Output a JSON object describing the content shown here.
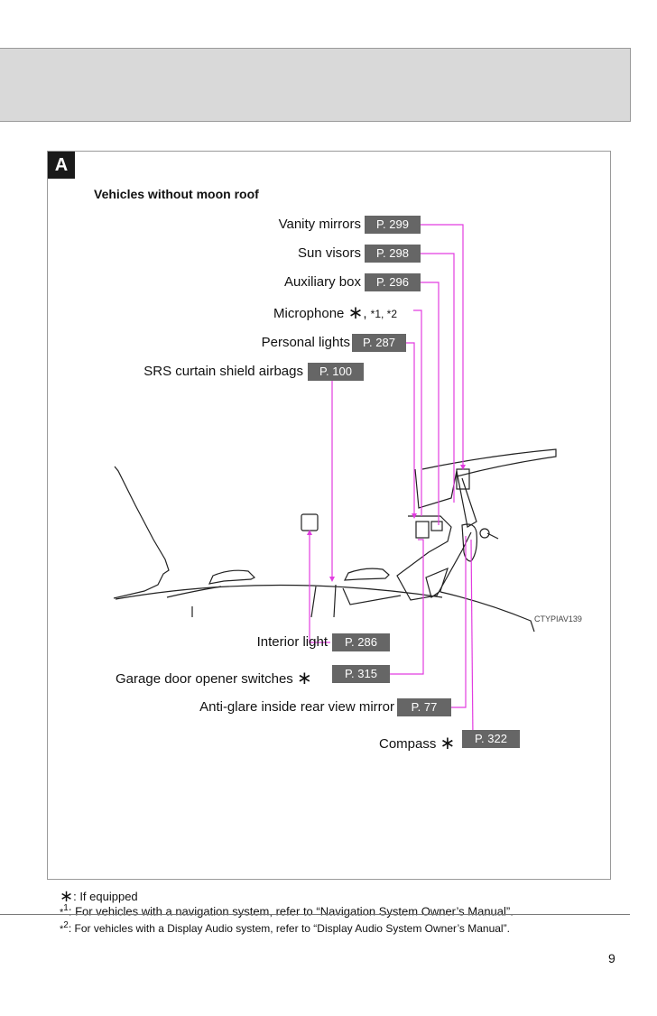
{
  "section": {
    "badge": "A",
    "subtitle": "Vehicles without moon roof"
  },
  "callouts": {
    "vanity_mirrors": {
      "label": "Vanity mirrors",
      "ref": "P. 299"
    },
    "sun_visors": {
      "label": "Sun visors",
      "ref": "P. 298"
    },
    "auxiliary_box": {
      "label": "Auxiliary box",
      "ref": "P. 296"
    },
    "microphone": {
      "label": "Microphone",
      "marks": "*1, *2"
    },
    "personal_lights": {
      "label": "Personal lights",
      "ref": "P. 287"
    },
    "srs_airbags": {
      "label": "SRS curtain shield airbags",
      "ref": "P. 100"
    },
    "interior_light": {
      "label": "Interior light",
      "ref": "P. 286"
    },
    "garage_door": {
      "label": "Garage door opener switches",
      "ref": "P. 315"
    },
    "anti_glare": {
      "label": "Anti-glare inside rear view mirror",
      "ref": "P. 77"
    },
    "compass": {
      "label": "Compass",
      "ref": "P. 322"
    }
  },
  "illustration_code": "CTYPIAV139",
  "footnotes": {
    "star": ": If equipped",
    "note1": ": For vehicles with a navigation system, refer to “Navigation System Owner’s Manual”.",
    "note2": ": For vehicles with a Display Audio system, refer to “Display Audio System Owner’s Manual”."
  },
  "page_number": "9",
  "colors": {
    "leader": "#e23ce0",
    "ref_bg": "#666666",
    "badge_bg": "#1a1a1a",
    "header_band": "#d9d9d9"
  }
}
